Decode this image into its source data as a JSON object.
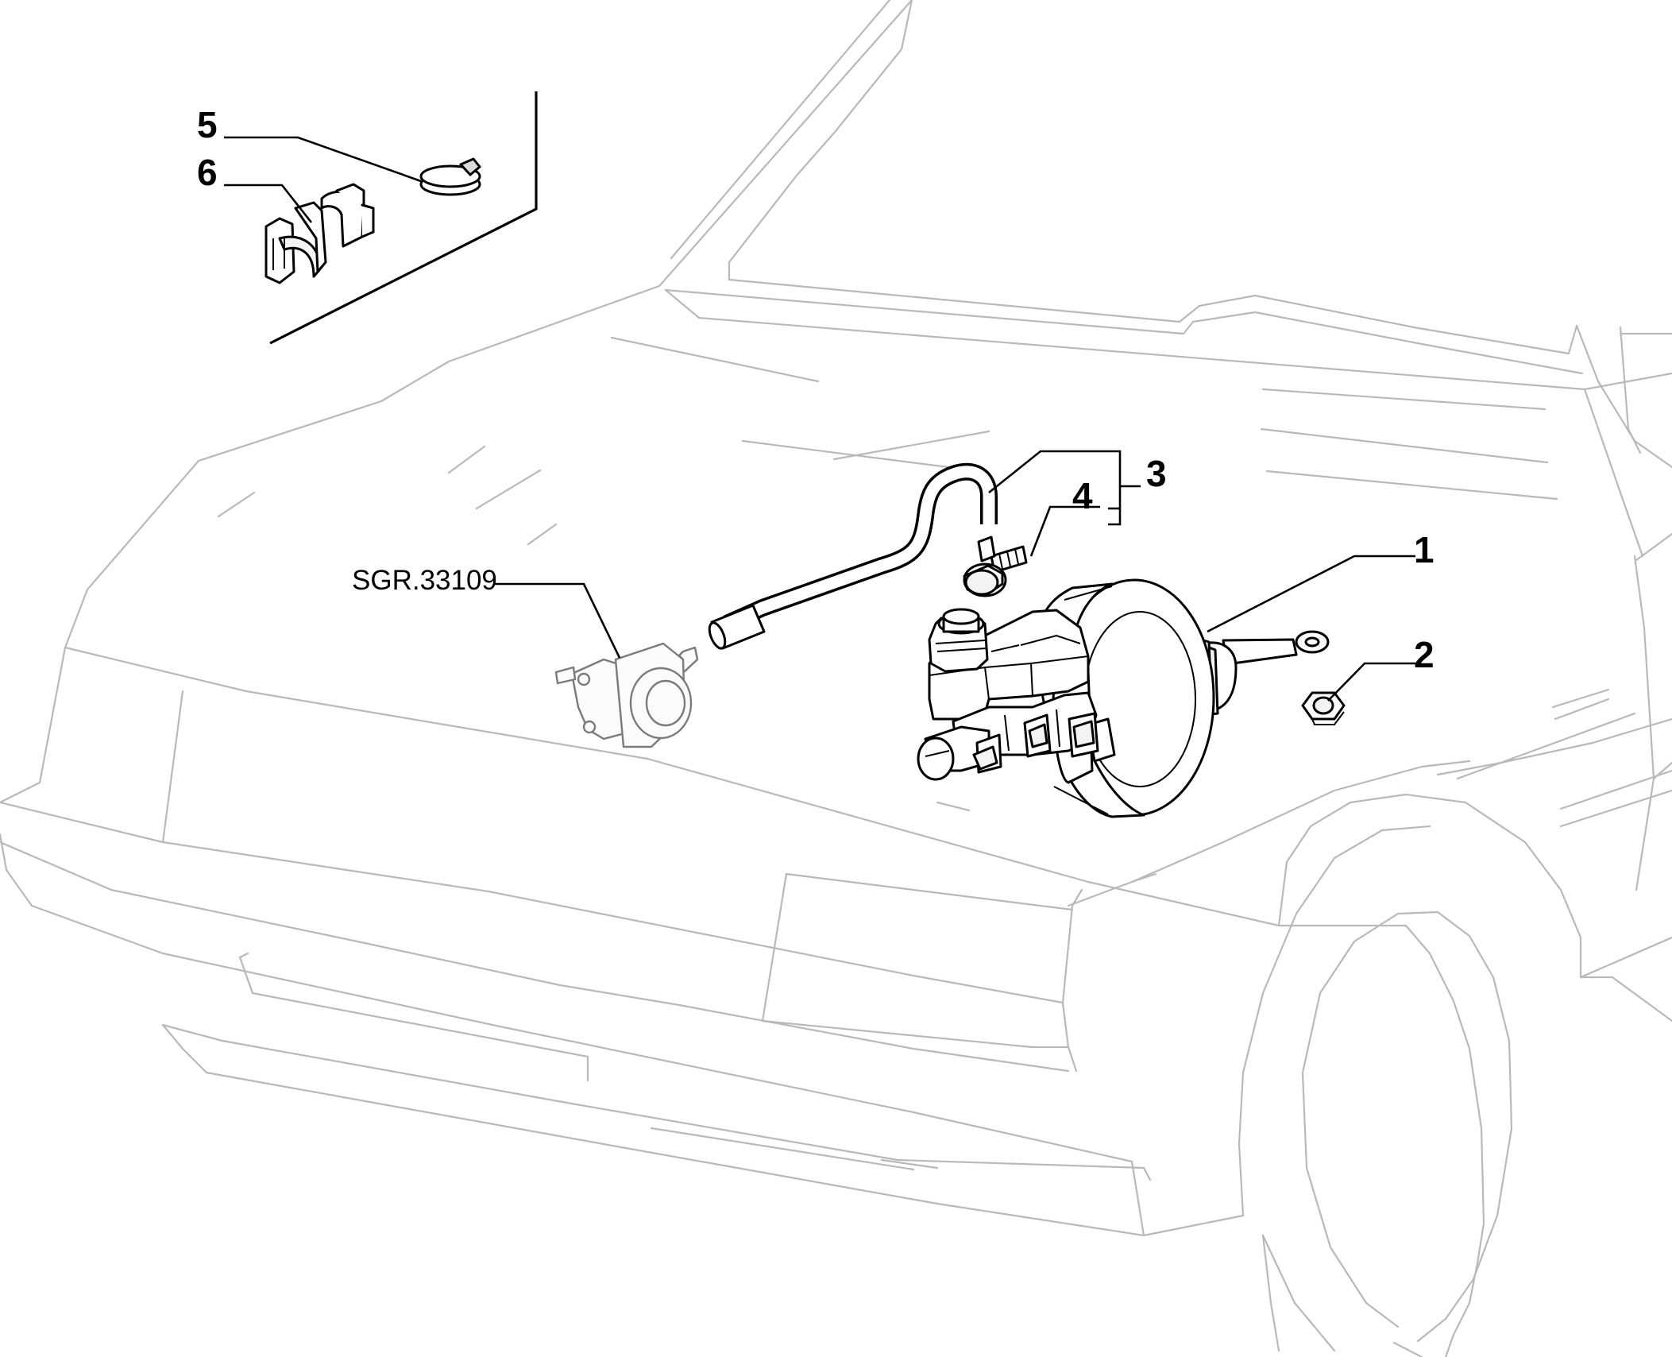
{
  "diagram": {
    "reference_code": "SGR.33109",
    "callouts": [
      {
        "id": "1",
        "label": "1"
      },
      {
        "id": "2",
        "label": "2"
      },
      {
        "id": "3",
        "label": "3"
      },
      {
        "id": "4",
        "label": "4"
      },
      {
        "id": "5",
        "label": "5"
      },
      {
        "id": "6",
        "label": "6"
      }
    ]
  }
}
